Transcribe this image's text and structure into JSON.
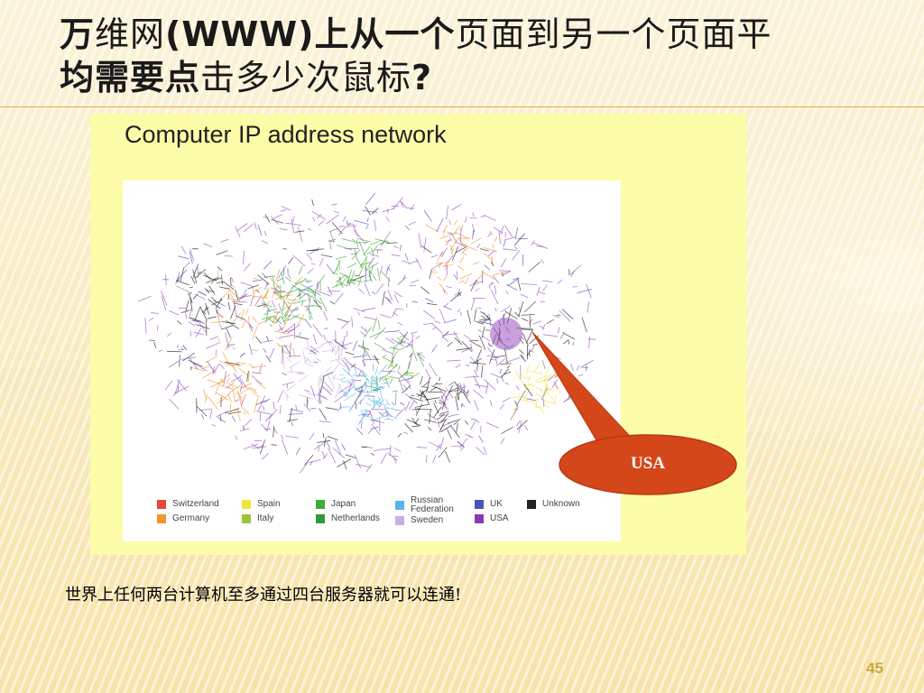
{
  "slide": {
    "title_part1": "万",
    "title_part2": "维网",
    "title_part3": "(WWW)上从一个",
    "title_part4": "页面到另一个页面平",
    "title_part5": "均需要点",
    "title_part6": "击多少次鼠标",
    "title_part7": "?",
    "caption": "世界上任何两台计算机至多通过四台服务器就可以连通!",
    "page_number": "45"
  },
  "figure": {
    "heading": "Computer IP address network",
    "callout_label": "USA",
    "legend": [
      {
        "label": "Switzerland",
        "color": "#e8463a"
      },
      {
        "label": "Germany",
        "color": "#f0962e"
      },
      {
        "label": "Spain",
        "color": "#f2e33a"
      },
      {
        "label": "Italy",
        "color": "#9cc33a"
      },
      {
        "label": "Japan",
        "color": "#43a83a"
      },
      {
        "label": "Netherlands",
        "color": "#2f9a3c"
      },
      {
        "label": "Russian Federation",
        "color": "#5ab4e6"
      },
      {
        "label": "Sweden",
        "color": "#c6b0e0"
      },
      {
        "label": "UK",
        "color": "#4a53b4"
      },
      {
        "label": "USA",
        "color": "#8a3ab0"
      },
      {
        "label": "Unknown",
        "color": "#222222"
      }
    ]
  },
  "theme": {
    "accent": "#e3a64a",
    "callout_fill": "#d4471a",
    "network_dominant": "#9a52c0"
  }
}
